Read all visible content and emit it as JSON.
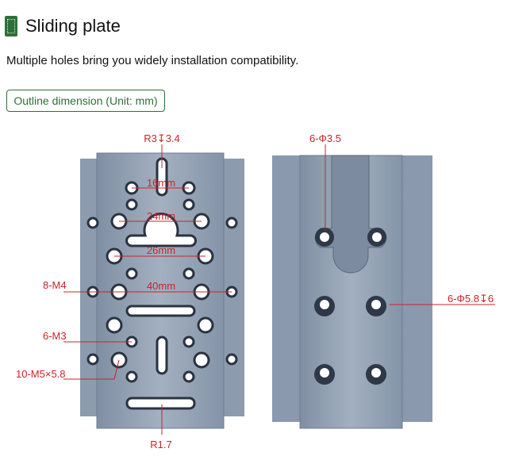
{
  "header": {
    "title": "Sliding plate",
    "logo": "circuit-board-icon"
  },
  "subtitle": "Multiple holes bring you widely installation compatibility.",
  "section_button": "Outline dimension (Unit: mm)",
  "front_labels": {
    "top_slot": "R3↧3.4",
    "d16": "16mm",
    "d24": "24mm",
    "d26": "26mm",
    "d40": "40mm",
    "m4": "8-M4",
    "m3": "6-M3",
    "m5": "10-M5×5.8",
    "bottom_slot": "R1.7"
  },
  "back_labels": {
    "small_holes": "6-Φ3.5",
    "counterbore": "6-Φ5.8↧6"
  },
  "colors": {
    "accent": "#2f6e3a",
    "dimension": "#d0202a",
    "metal": "#8e9db0"
  }
}
